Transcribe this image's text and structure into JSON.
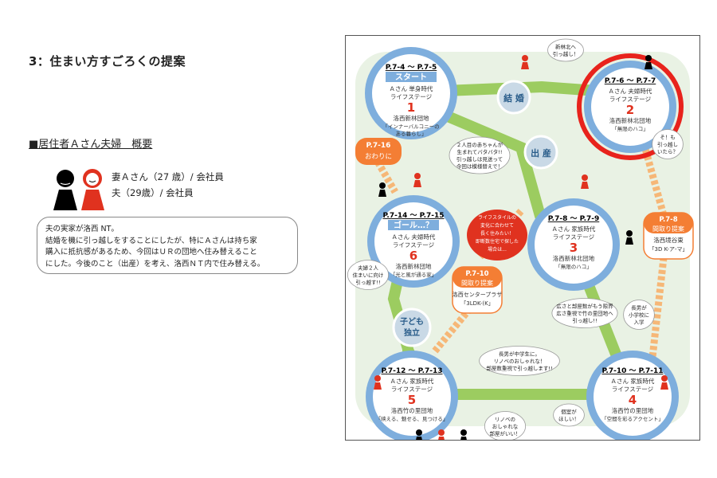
{
  "heading": "3：住まい方すごろくの提案",
  "profile": {
    "title": "■居住者Ａさん夫婦　概要",
    "wife": "妻Ａさん（27 歳）/ 会社員",
    "husband": "夫（29歳）/ 会社員",
    "description": [
      "夫の実家が洛西 NT。",
      "結婚を機に引っ越しをすることにしたが、特にＡさんは持ち家",
      "購入に抵抗感があるため、今回はＵＲの団地へ住み替えること",
      "にした。今後のこと（出産）を考え、洛西ＮＴ内で住み替える。"
    ]
  },
  "board": {
    "stages": [
      {
        "id": "s1",
        "page": "P.7-4 ～ P.7-5",
        "tag": "スタート",
        "person": "Ａさん 単身時代",
        "stage": "ライフステージ",
        "num": "1",
        "place": "洛西新林団地",
        "note": "「インナーバルコニーの",
        "note2": "ある暮らし」"
      },
      {
        "id": "s2",
        "page": "P.7-6 ～ P.7-7",
        "tag": "",
        "person": "Ａさん 夫婦時代",
        "stage": "ライフステージ",
        "num": "2",
        "place": "洛西新林北団地",
        "note": "「無限のハコ」",
        "note2": ""
      },
      {
        "id": "s3",
        "page": "P.7-8 ～ P.7-9",
        "tag": "",
        "person": "Ａさん 家族時代",
        "stage": "ライフステージ",
        "num": "3",
        "place": "洛西新林北団地",
        "note": "「無限のハコ」",
        "note2": ""
      },
      {
        "id": "s4",
        "page": "P.7-10 ～ P.7-11",
        "tag": "",
        "person": "Ａさん 家族時代",
        "stage": "ライフステージ",
        "num": "4",
        "place": "洛西竹の里団地",
        "note": "「空間を彩るアクセント」",
        "note2": ""
      },
      {
        "id": "s5",
        "page": "P.7-12 ～ P.7-13",
        "tag": "",
        "person": "Ａさん 家族時代",
        "stage": "ライフステージ",
        "num": "5",
        "place": "洛西竹の里団地",
        "note": "「映える、魅せる、見つける」",
        "note2": ""
      },
      {
        "id": "s6",
        "page": "P.7-14 ～ P.7-15",
        "tag": "ゴール…？",
        "person": "Ａさん 夫婦時代",
        "stage": "ライフステージ",
        "num": "6",
        "place": "洛西新林団地",
        "note": "「光と風が通る家」",
        "note2": ""
      }
    ],
    "events": {
      "marriage": "結 婚",
      "birth": "出 産",
      "kids_line1": "子ども",
      "kids_line2": "独立"
    },
    "side_pills": [
      {
        "page": "P.7-16",
        "label": "おわりに"
      },
      {
        "page": "P.7-8",
        "label": "間取り提案",
        "place": "洛西境谷東",
        "note": "「3D K-ア-マ」"
      },
      {
        "page": "P.7-10",
        "label": "間取り提案",
        "place": "洛西センタープラザ",
        "note": "「3LDK-(K」"
      }
    ],
    "speech": {
      "move_top": [
        "新林北へ",
        "引っ越し！"
      ],
      "baby": [
        "２人目の赤ちゃんが",
        "生まれてバタバタ!!",
        "引っ越しは見送って",
        "今回は模様替えで！"
      ],
      "lifestyle": [
        "ライフスタイルの",
        "変化に合わせて",
        "長く住みたい！",
        "即断数住宅で探した",
        "場合は..."
      ],
      "kids_move": [
        "夫婦２人",
        "住まいに向け",
        "引っ越す!!"
      ],
      "spacious": [
        "広さと部屋数がもう限界",
        "広さ重視で竹の里団地へ",
        "引っ越し!!"
      ],
      "elementary": [
        "長男が",
        "小学校に",
        "入学"
      ],
      "junior": [
        "長男が中学生に。",
        "リノベのおしゃれな！",
        "部屋数重視で引っ越します!!"
      ],
      "reno": [
        "リノベの",
        "おしゃれな",
        "部屋がいい！"
      ],
      "separate": [
        "個室が",
        "ほしい！"
      ],
      "right_mid": [
        "そ！も",
        "引っ越し",
        "いたら？"
      ]
    },
    "colors": {
      "stage_fill": "#7eaedd",
      "stage_inner": "#ffffff",
      "num_red": "#e0321f",
      "event_fill": "#c9d9e6",
      "pill_fill": "#f47e34",
      "path_green": "#9ccc60",
      "path_ladder": "#f6b777",
      "highlight": "#e8231c",
      "bg": "#e9f2e4"
    }
  }
}
